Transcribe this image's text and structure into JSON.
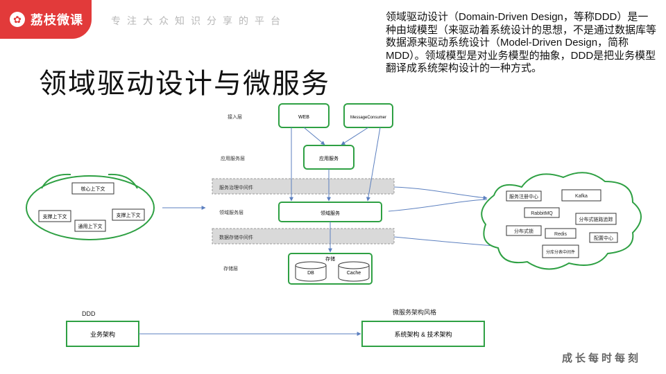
{
  "header": {
    "brand": "荔枝微课",
    "slogan": "专注大众知识分享的平台",
    "title": "领域驱动设计与微服务",
    "description": "领域驱动设计（Domain-Driven Design，等称DDD）是一种由域模型（来驱动着系统设计的思想，不是通过数据库等数据源来驱动系统设计（Model-Driven Design，简称MDD）。领域模型是对业务模型的抽象，DDD是把业务模型翻译成系统架构设计的一种方式。"
  },
  "diagram": {
    "layers": {
      "access": "接入层",
      "app": "应用服务层",
      "governance": "服务治理中间件",
      "domain": "领域服务层",
      "datamid": "数据存储中间件",
      "storage": "存储层"
    },
    "boxes": {
      "web": "WEB",
      "mq": "MessageConsumer",
      "app_service": "应用服务",
      "domain_service": "领域服务",
      "storage_title": "存储",
      "db": "DB",
      "cache": "Cache"
    },
    "contexts": {
      "core": "核心上下文",
      "support_left": "支撑上下文",
      "generic": "通用上下文",
      "support_right": "支撑上下文"
    },
    "cloud": {
      "registry": "服务注册中心",
      "kafka": "Kafka",
      "rabbitmq": "RabbitMQ",
      "tracing": "分布式链路追踪",
      "dist_lock": "分布式锁",
      "redis": "Redis",
      "config": "配置中心",
      "sharding": "分库分表中间件"
    },
    "bottom": {
      "ddd_label": "DDD",
      "ms_label": "微服务架构风格",
      "biz_arch": "业务架构",
      "sys_arch": "系统架构 & 技术架构"
    }
  },
  "footer": {
    "motto": "成长每时每刻"
  },
  "colors": {
    "brand": "#e23a3a",
    "green": "#2ea043",
    "arrow": "#5b7fbf"
  }
}
